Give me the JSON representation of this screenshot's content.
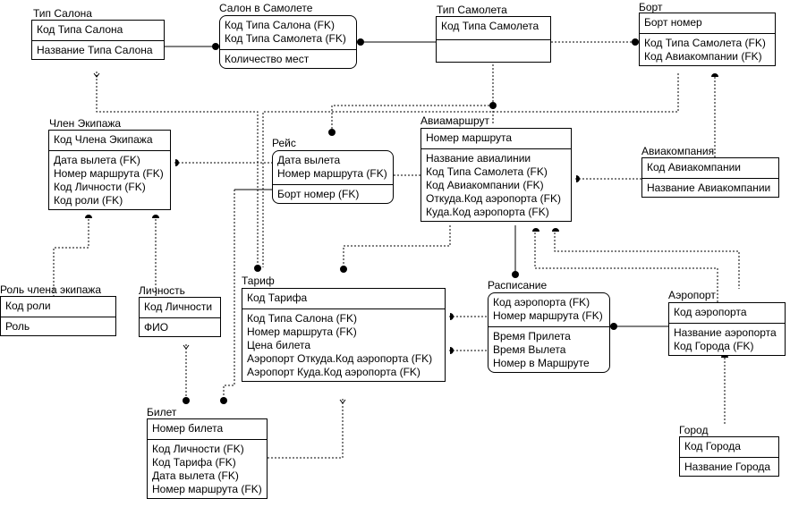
{
  "entities": {
    "tip_salona": {
      "title": "Тип Салона",
      "pk": [
        "Код Типа Салона"
      ],
      "attrs": [
        "Название Типа Салона"
      ]
    },
    "salon_v_samolete": {
      "title": "Салон в Самолете",
      "pk": [
        "Код Типа Салона (FK)",
        "Код Типа Самолета (FK)"
      ],
      "attrs": [
        "Количество мест"
      ]
    },
    "tip_samoleta": {
      "title": "Тип Самолета",
      "pk": [
        "Код Типа Самолета"
      ],
      "attrs": []
    },
    "bort": {
      "title": "Борт",
      "pk": [
        "Борт номер"
      ],
      "attrs": [
        "Код Типа Самолета (FK)",
        "Код Авиакомпании (FK)"
      ]
    },
    "chlen_ekipazha": {
      "title": "Член Экипажа",
      "pk": [
        "Код Члена Экипажа"
      ],
      "attrs": [
        "Дата вылета (FK)",
        "Номер маршрута (FK)",
        "Код Личности (FK)",
        "Код роли (FK)"
      ]
    },
    "reis": {
      "title": "Рейс",
      "pk": [
        "Дата вылета",
        "Номер маршрута (FK)"
      ],
      "attrs": [
        "Борт номер (FK)"
      ]
    },
    "aviamarshrut": {
      "title": "Авиамаршрут",
      "pk": [
        "Номер маршрута"
      ],
      "attrs": [
        "Название авиалинии",
        "Код Типа Самолета (FK)",
        "Код Авиакомпании (FK)",
        "Откуда.Код аэропорта (FK)",
        "Куда.Код аэропорта (FK)"
      ]
    },
    "aviakompaniya": {
      "title": "Авиакомпания",
      "pk": [
        "Код Авиакомпании"
      ],
      "attrs": [
        "Название Авиакомпании"
      ]
    },
    "rol_chlena": {
      "title": "Роль члена экипажа",
      "pk": [
        "Код роли"
      ],
      "attrs": [
        "Роль"
      ]
    },
    "lichnost": {
      "title": "Личность",
      "pk": [
        "Код Личности"
      ],
      "attrs": [
        "ФИО"
      ]
    },
    "tarif": {
      "title": "Тариф",
      "pk": [
        "Код Тарифа"
      ],
      "attrs": [
        "Код Типа Салона (FK)",
        "Номер маршрута (FK)",
        "Цена билета",
        "Аэропорт Откуда.Код аэропорта (FK)",
        "Аэропорт Куда.Код аэропорта (FK)"
      ]
    },
    "raspisanie": {
      "title": "Расписание",
      "pk": [
        "Код аэропорта (FK)",
        "Номер маршрута (FK)"
      ],
      "attrs": [
        "Время Прилета",
        "Время Вылета",
        "Номер в Маршруте"
      ]
    },
    "aeroport": {
      "title": "Аэропорт",
      "pk": [
        "Код аэропорта"
      ],
      "attrs": [
        "Название аэропорта",
        "Код Города (FK)"
      ]
    },
    "bilet": {
      "title": "Билет",
      "pk": [
        "Номер билета"
      ],
      "attrs": [
        "Код Личности (FK)",
        "Код Тарифа (FK)",
        "Дата вылета (FK)",
        "Номер маршрута (FK)"
      ]
    },
    "gorod": {
      "title": "Город",
      "pk": [
        "Код Города"
      ],
      "attrs": [
        "Название Города"
      ]
    }
  },
  "colors": {
    "line": "#000000",
    "background": "#ffffff"
  }
}
